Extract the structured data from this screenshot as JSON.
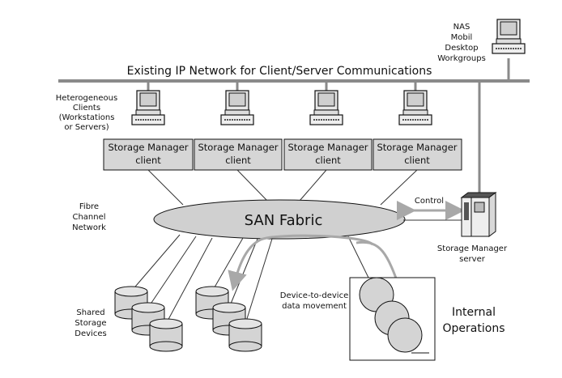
{
  "network": {
    "title": "Existing IP Network for Client/Server Communications"
  },
  "nas": {
    "lines": [
      "NAS",
      "Mobil",
      "Desktop",
      "Workgroups"
    ]
  },
  "clients": {
    "label_lines": [
      "Heterogeneous",
      "Clients",
      "(Workstations",
      "or Servers)"
    ],
    "boxes": [
      {
        "line1": "Storage Manager",
        "line2": "client"
      },
      {
        "line1": "Storage Manager",
        "line2": "client"
      },
      {
        "line1": "Storage Manager",
        "line2": "client"
      },
      {
        "line1": "Storage Manager",
        "line2": "client"
      }
    ]
  },
  "fabric": {
    "label": "SAN Fabric",
    "network_lines": [
      "Fibre",
      "Channel",
      "Network"
    ]
  },
  "control": {
    "label": "Control"
  },
  "server": {
    "lines": [
      "Storage Manager",
      "server"
    ]
  },
  "storage": {
    "lines": [
      "Shared",
      "Storage",
      "Devices"
    ]
  },
  "movement": {
    "lines": [
      "Device-to-device",
      "data movement"
    ]
  },
  "internal": {
    "lines": [
      "Internal",
      "Operations"
    ]
  },
  "colors": {
    "network_line": "#8a8a8a",
    "box_fill": "#d6d6d6",
    "fabric_fill": "#d0d0d0",
    "arrow": "#a8a8a8"
  }
}
